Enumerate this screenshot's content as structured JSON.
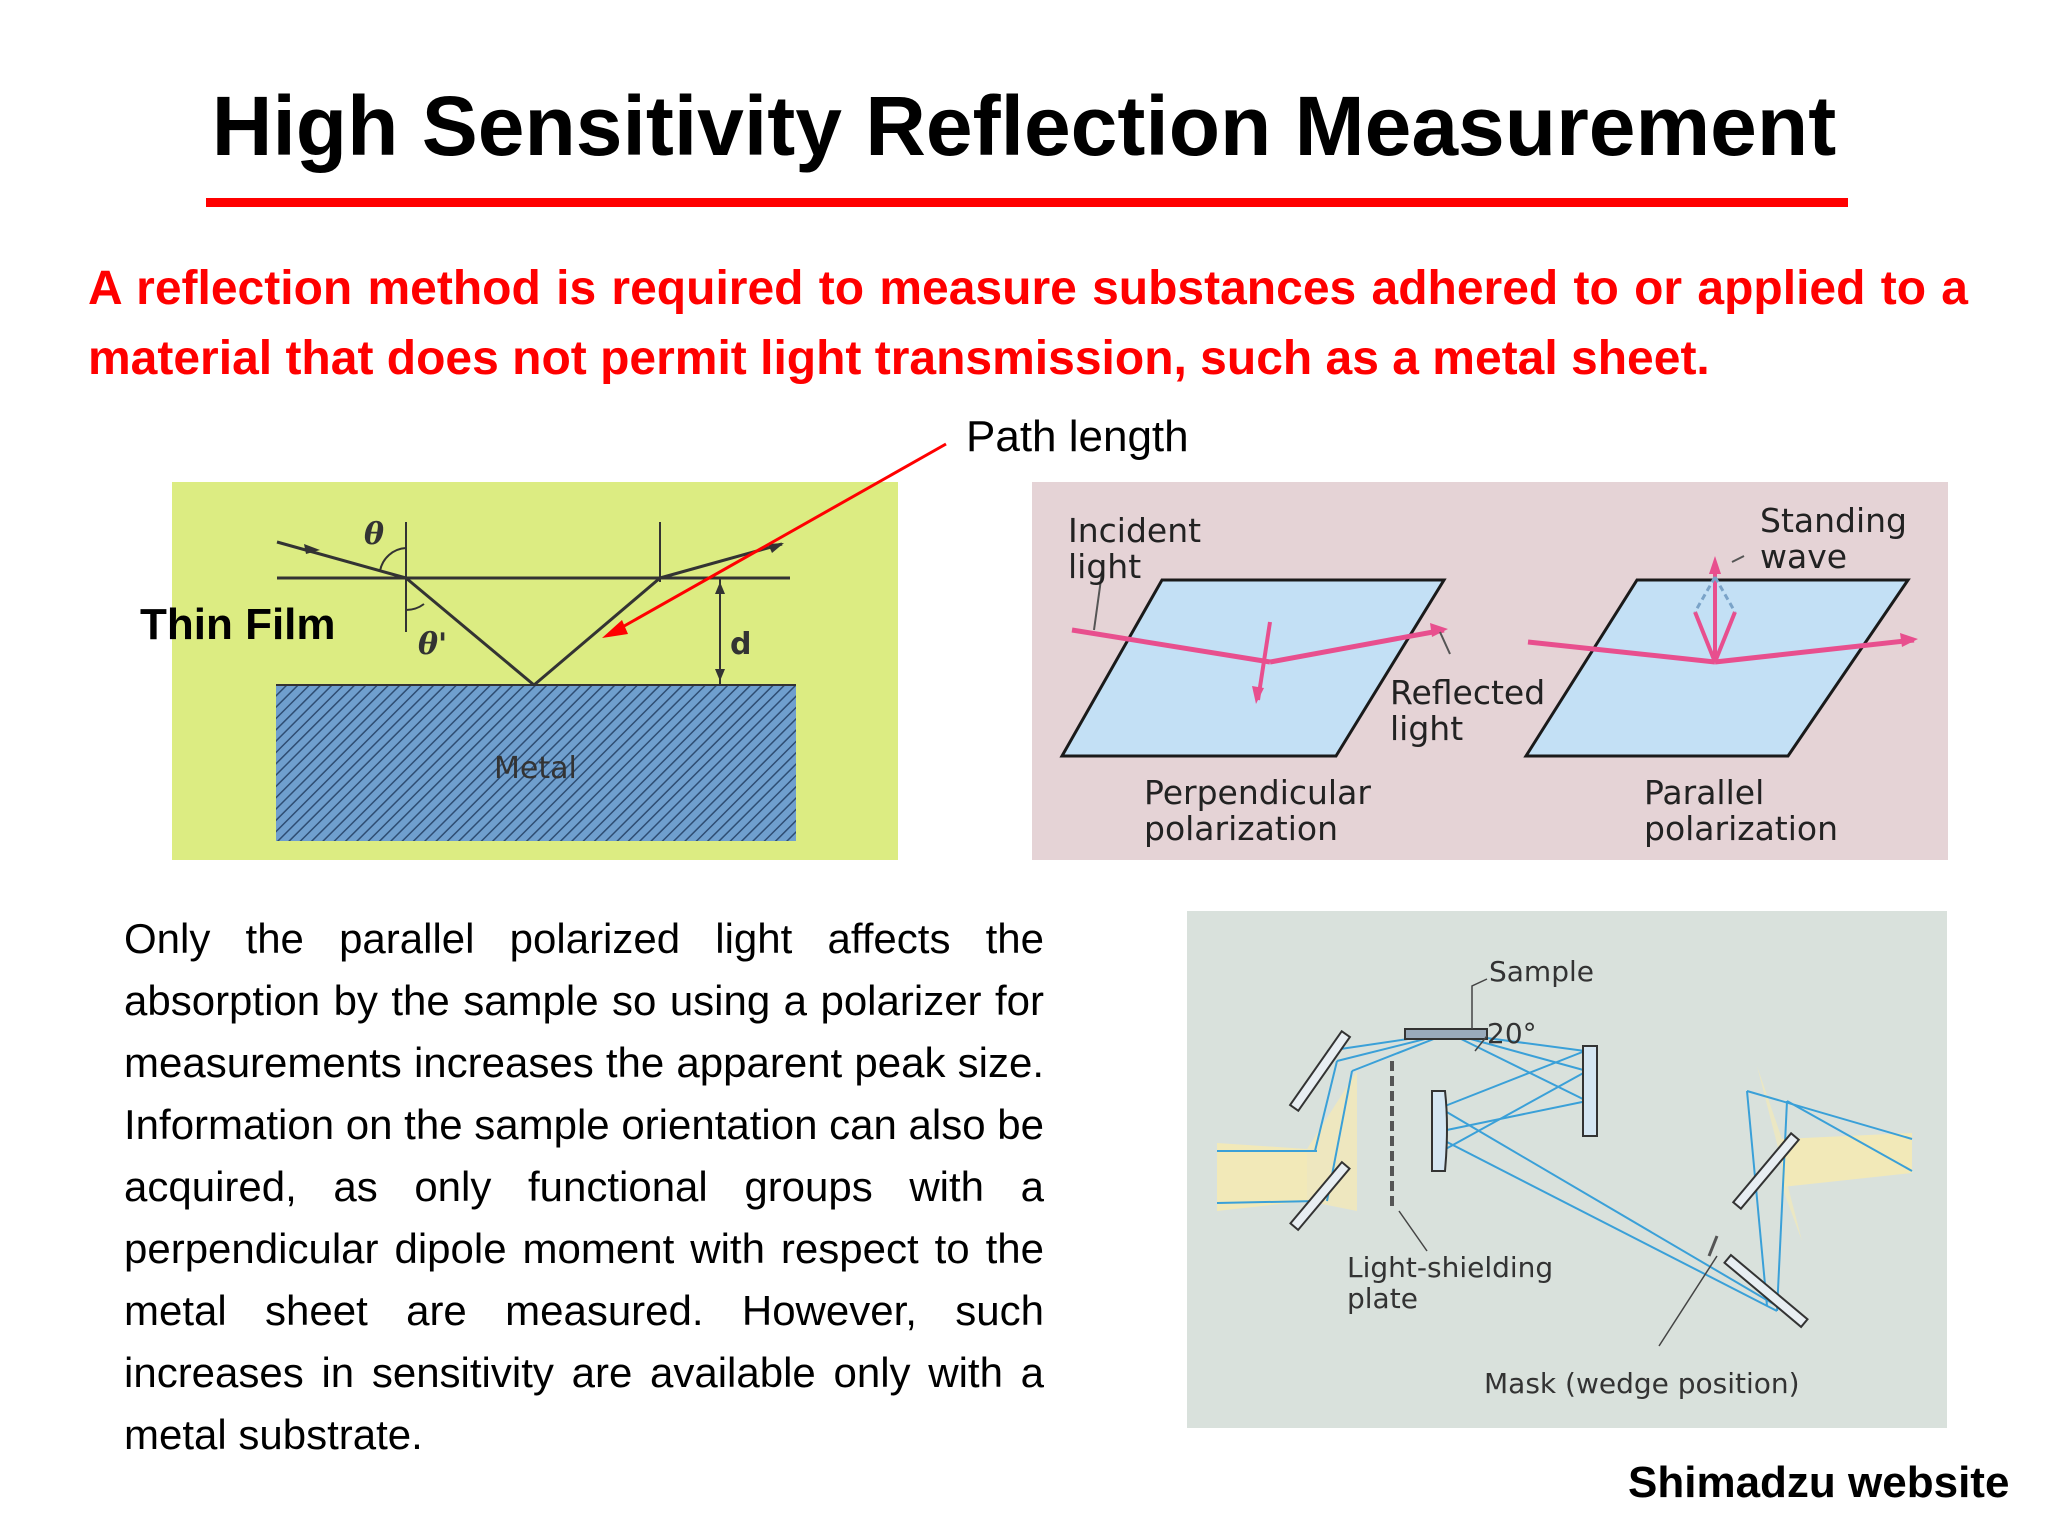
{
  "slide": {
    "title": "High Sensitivity Reflection Measurement",
    "subtitle": "A reflection method is required to measure substances adhered to or applied to a material that does not permit light transmission, such as a metal sheet.",
    "path_length_label": "Path length",
    "body_text": "Only the parallel polarized light affects the absorption by the sample so using a polarizer for measurements increases the apparent peak size. Information on the sample orientation can also be acquired, as only functional groups with a perpendicular dipole moment with respect to the metal sheet are measured. However, such increases in sensitivity are available only with a metal substrate.",
    "credit": "Shimadzu website",
    "accent_color": "#ff0000"
  },
  "film_diagram": {
    "side_label": "Thin Film",
    "theta": "θ",
    "theta_prime": "θ'",
    "d_label": "d",
    "metal_label": "Metal"
  },
  "polarization_diagram": {
    "incident_line1": "Incident",
    "incident_line2": "light",
    "standing_line1": "Standing",
    "standing_line2": "wave",
    "reflected_line1": "Reflected",
    "reflected_line2": "light",
    "perp_line1": "Perpendicular",
    "perp_line2": "polarization",
    "par_line1": "Parallel",
    "par_line2": "polarization"
  },
  "optics_diagram": {
    "sample_label": "Sample",
    "angle_label": "20°",
    "shield_line1": "Light-shielding",
    "shield_line2": "plate",
    "mask_label": "Mask (wedge position)"
  }
}
